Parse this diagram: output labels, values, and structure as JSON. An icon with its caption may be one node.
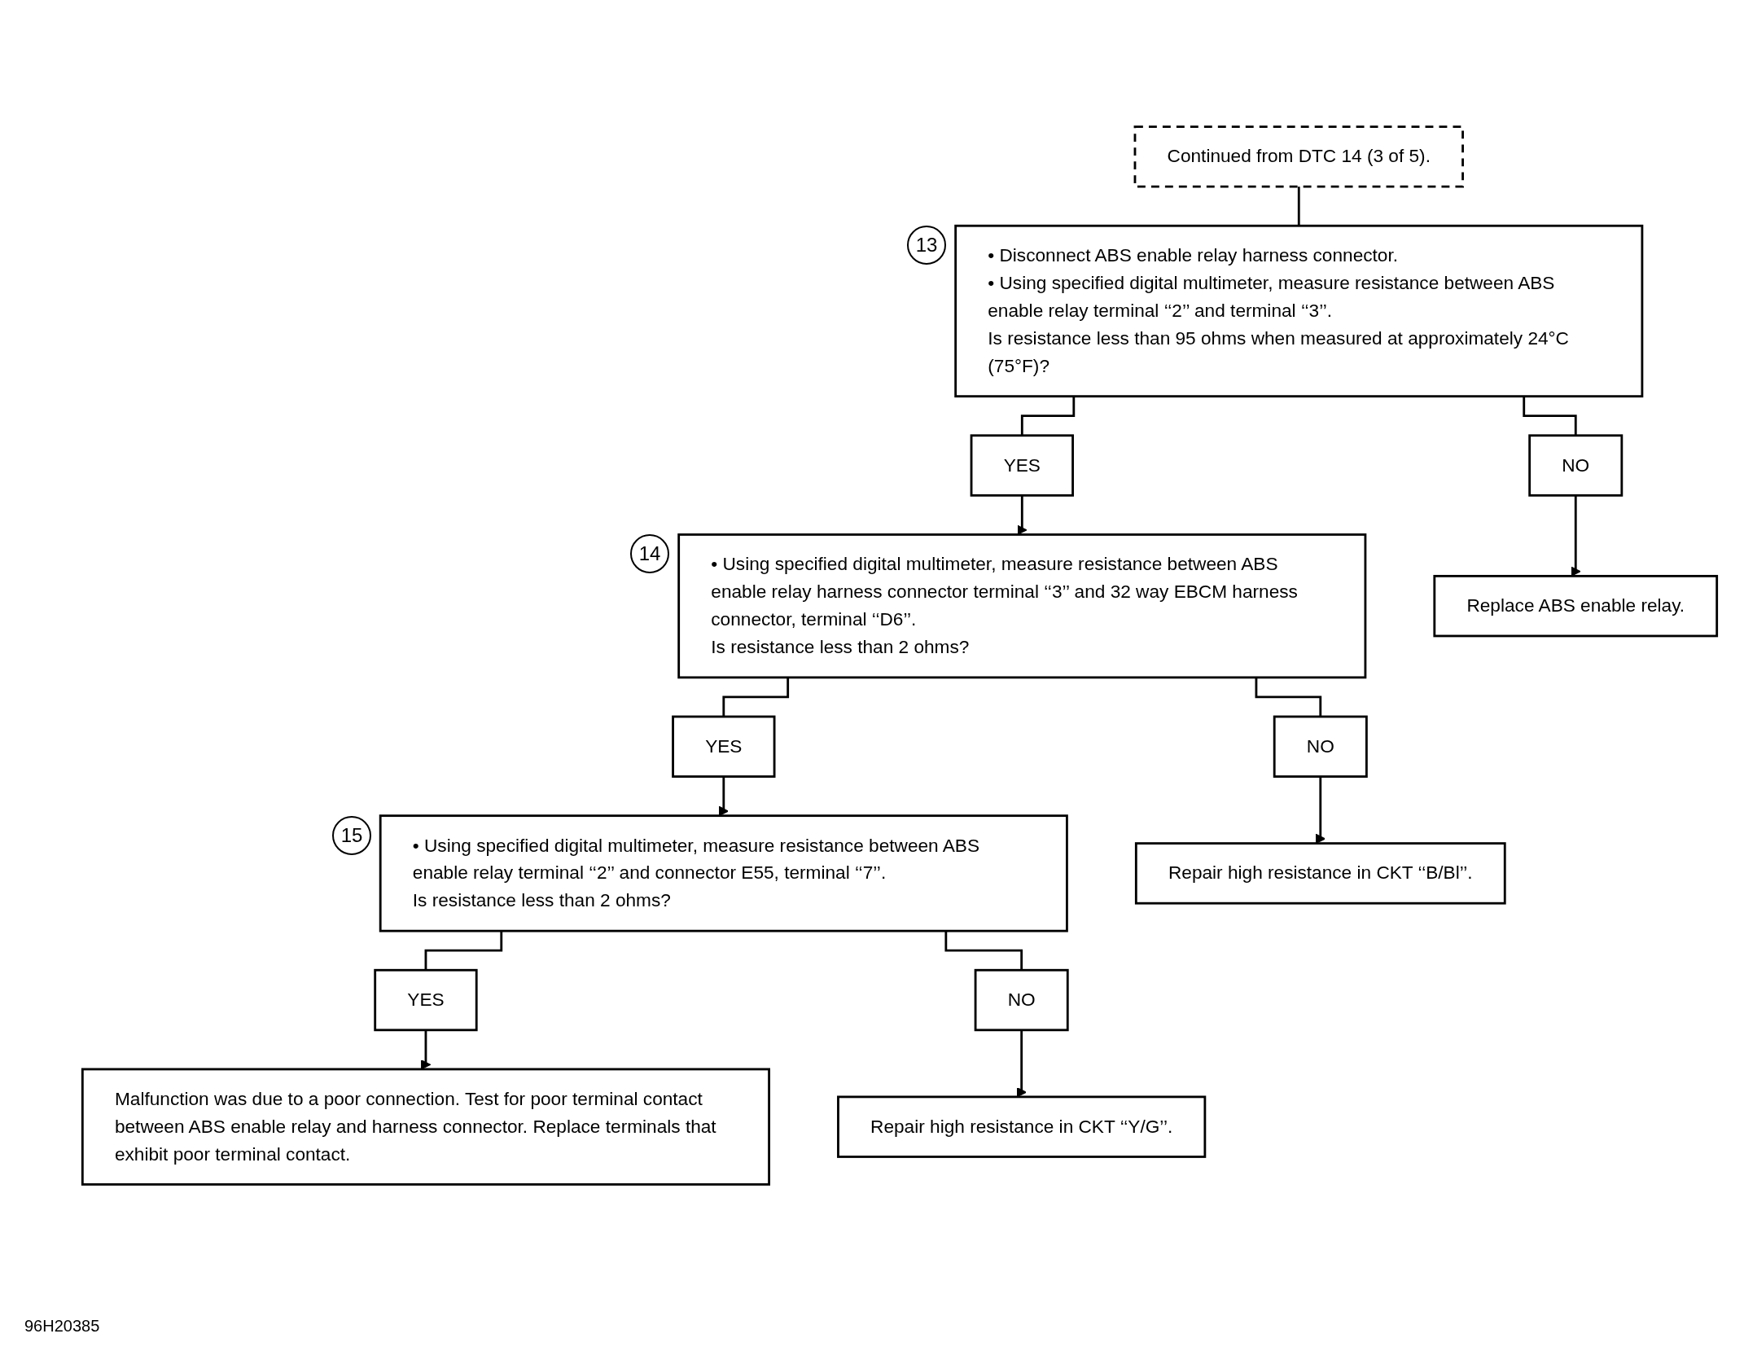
{
  "diagram": {
    "nodes": [
      {
        "text": [
          "Continued from DTC 14 (3 of 5)."
        ]
      },
      {
        "text": [
          "• Disconnect ABS enable relay harness connector.",
          "• Using specified digital multimeter, measure resistance between ABS enable relay terminal ‘‘2’’ and terminal ‘‘3’’.",
          "Is resistance less than 95 ohms when measured at approximately 24°C (75°F)?"
        ],
        "beside": [
          "13"
        ]
      },
      {
        "text": [
          "YES"
        ]
      },
      {
        "text": [
          "NO"
        ]
      },
      {
        "text": [
          "• Using specified digital multimeter, measure resistance between ABS enable relay harness connector terminal ‘‘3’’ and 32 way EBCM harness connector, terminal ‘‘D6’’.",
          "Is resistance less than 2 ohms?"
        ],
        "beside": [
          "14"
        ]
      },
      {
        "text": [
          "Replace ABS enable relay."
        ]
      },
      {
        "text": [
          "YES"
        ]
      },
      {
        "text": [
          "NO"
        ]
      },
      {
        "text": [
          "• Using specified digital multimeter, measure resistance between ABS enable relay terminal ‘‘2’’ and connector E55, terminal ‘‘7’’.",
          "Is resistance less than 2 ohms?"
        ],
        "beside": [
          "15"
        ]
      },
      {
        "text": [
          "Repair high resistance in CKT ‘‘B/Bl’’."
        ]
      },
      {
        "text": [
          "YES"
        ]
      },
      {
        "text": [
          "NO"
        ]
      },
      {
        "text": [
          "Malfunction was due to a poor connection. Test for poor terminal contact between ABS enable relay and harness connector. Replace terminals that exhibit poor terminal contact."
        ]
      },
      {
        "text": [
          "Repair high resistance in CKT ‘‘Y/G’’."
        ]
      }
    ],
    "edges": [
      {
        "from": 0,
        "to": 1,
        "arrow": "none"
      },
      {
        "from": 1,
        "to": 2,
        "arrow": "none"
      },
      {
        "from": 1,
        "to": 3,
        "arrow": "none"
      },
      {
        "from": 2,
        "to": 4,
        "arrow": "to"
      },
      {
        "from": 3,
        "to": 5,
        "arrow": "to"
      },
      {
        "from": 4,
        "to": 6,
        "arrow": "none"
      },
      {
        "from": 4,
        "to": 7,
        "arrow": "none"
      },
      {
        "from": 6,
        "to": 8,
        "arrow": "to"
      },
      {
        "from": 7,
        "to": 9,
        "arrow": "to"
      },
      {
        "from": 8,
        "to": 10,
        "arrow": "none"
      },
      {
        "from": 8,
        "to": 11,
        "arrow": "none"
      },
      {
        "from": 10,
        "to": 12,
        "arrow": "to"
      },
      {
        "from": 11,
        "to": 13,
        "arrow": "to"
      }
    ],
    "labels": [
      "96H20385"
    ]
  }
}
